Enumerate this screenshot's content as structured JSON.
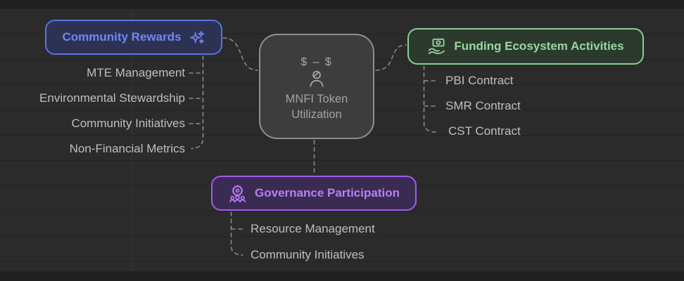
{
  "diagram": {
    "type": "mindmap",
    "background_color": "#2b2b2b",
    "connector_color": "#8a8a8a",
    "item_text_color": "#bfbfbf"
  },
  "center_node": {
    "icon": "person-icon",
    "icon_caption": "$ – $",
    "title_lines": [
      "MNFI Token",
      "Utilization"
    ],
    "border_color": "#8f8f8f",
    "text_color": "#a3a3a3"
  },
  "branches": {
    "community_rewards": {
      "label": "Community Rewards",
      "icon": "sparkles-icon",
      "accent": "#5873e3",
      "text_color": "#7288ee",
      "fill": "#2c3254",
      "items": [
        "MTE Management",
        "Environmental Stewardship",
        "Community Initiatives",
        "Non-Financial Metrics"
      ]
    },
    "funding_ecosystem": {
      "label": "Funding Ecosystem Activities",
      "icon": "hand-money-icon",
      "accent": "#89ce93",
      "text_color": "#98d7a1",
      "fill": "#2c3a2e",
      "items": [
        "PBI Contract",
        "SMR Contract",
        "CST Contract"
      ]
    },
    "governance": {
      "label": "Governance Participation",
      "icon": "gear-people-icon",
      "accent": "#a25bec",
      "text_color": "#b97ef5",
      "fill": "#3a2b52",
      "items": [
        "Resource Management",
        "Community Initiatives"
      ]
    }
  }
}
